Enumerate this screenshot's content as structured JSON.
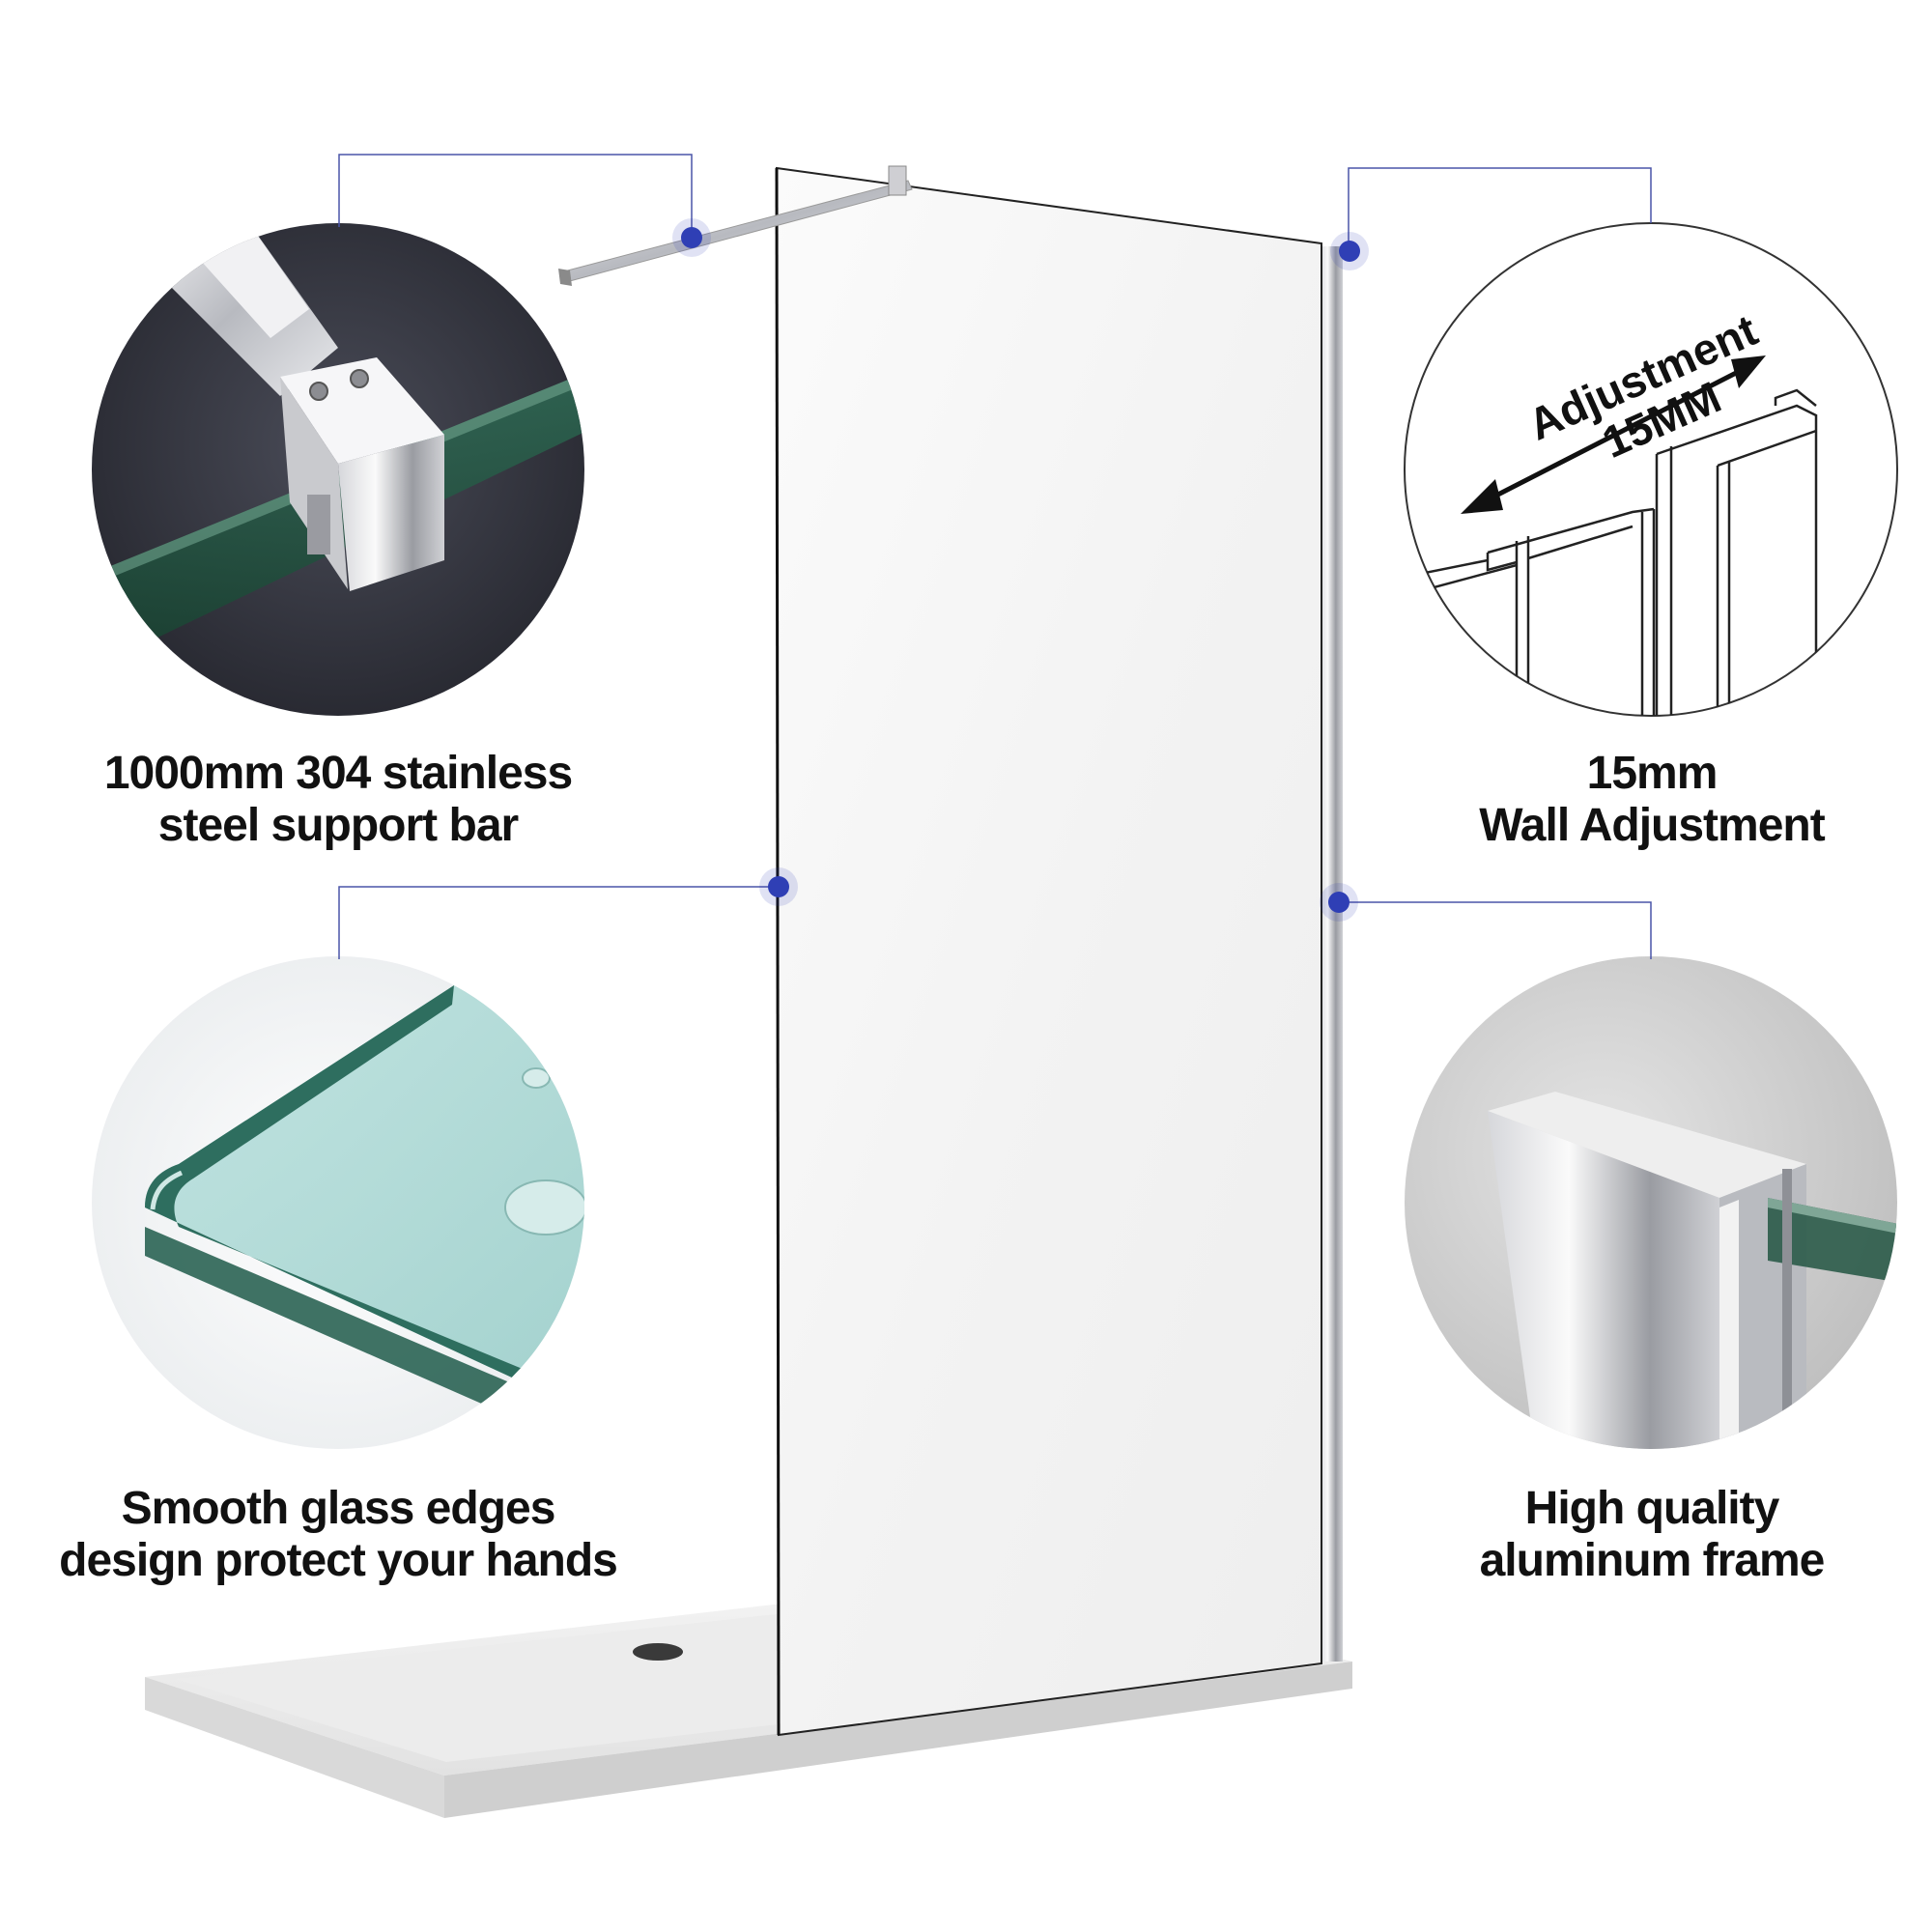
{
  "features": {
    "support_bar": {
      "line1": "1000mm 304 stainless",
      "line2": "steel support bar"
    },
    "wall_adjustment": {
      "line1": "15mm",
      "line2": "Wall Adjustment",
      "diagram_label_top": "Adjustment",
      "diagram_label_bottom": "15MM"
    },
    "glass_edges": {
      "line1": "Smooth glass edges",
      "line2": "design protect your hands"
    },
    "frame": {
      "line1": "High quality",
      "line2": "aluminum frame"
    }
  },
  "colors": {
    "callout_dot": "#2f3fb5",
    "callout_line": "#4a55a8",
    "text": "#111111"
  }
}
